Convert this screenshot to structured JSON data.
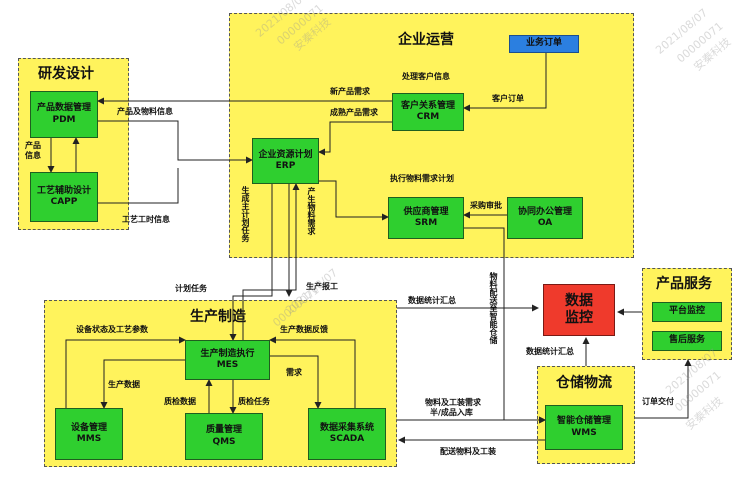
{
  "regions": {
    "enterprise_ops": "企业运营",
    "rnd": "研发设计",
    "production": "生产制造",
    "warehouse": "仓储物流",
    "product_service": "产品服务"
  },
  "nodes": {
    "business_order": {
      "line1": "业务订单"
    },
    "crm": {
      "line1": "客户关系管理",
      "line2": "CRM"
    },
    "erp": {
      "line1": "企业资源计划",
      "line2": "ERP"
    },
    "srm": {
      "line1": "供应商管理",
      "line2": "SRM"
    },
    "oa": {
      "line1": "协同办公管理",
      "line2": "OA"
    },
    "pdm": {
      "line1": "产品数据管理",
      "line2": "PDM"
    },
    "capp": {
      "line1": "工艺辅助设计",
      "line2": "CAPP"
    },
    "mes": {
      "line1": "生产制造执行",
      "line2": "MES"
    },
    "mms": {
      "line1": "设备管理",
      "line2": "MMS"
    },
    "qms": {
      "line1": "质量管理",
      "line2": "QMS"
    },
    "scada": {
      "line1": "数据采集系统",
      "line2": "SCADA"
    },
    "wms": {
      "line1": "智能仓储管理",
      "line2": "WMS"
    },
    "monitor": {
      "line1": "数据",
      "line2": "监控"
    },
    "platform": {
      "line1": "平台监控"
    },
    "aftersales": {
      "line1": "售后服务"
    }
  },
  "labels": {
    "handle_customer_info": "处理客户信息",
    "new_product_demand": "新产品需求",
    "customer_order": "客户订单",
    "mature_product_demand": "成熟产品需求",
    "product_material_info": "产品及物料信息",
    "product_info": "产品信息",
    "process_time_info": "工艺工时信息",
    "exec_material_plan": "执行物料需求计划",
    "purchase_approval": "采购审批",
    "master_plan_task": "生成主计划任务",
    "production_material_demand": "产生物料需求",
    "plan_task": "计划任务",
    "production_report": "生产报工",
    "data_stats_summary_1": "数据统计汇总",
    "material_to_warehouse": "物料配送至智能仓储",
    "data_stats_summary_2": "数据统计汇总",
    "equipment_status_params": "设备状态及工艺参数",
    "production_feedback": "生产数据反馈",
    "production_data": "生产数据",
    "demand": "需求",
    "quality_data": "质检数据",
    "quality_task": "质检任务",
    "material_tool_demand": "物料及工装需求",
    "semi_finished_inbound": "半/成品入库",
    "deliver_material_tool": "配送物料及工装",
    "order_delivery": "订单交付"
  },
  "watermarks": [
    "2021/08/07",
    "00000071",
    "安秦科技"
  ]
}
